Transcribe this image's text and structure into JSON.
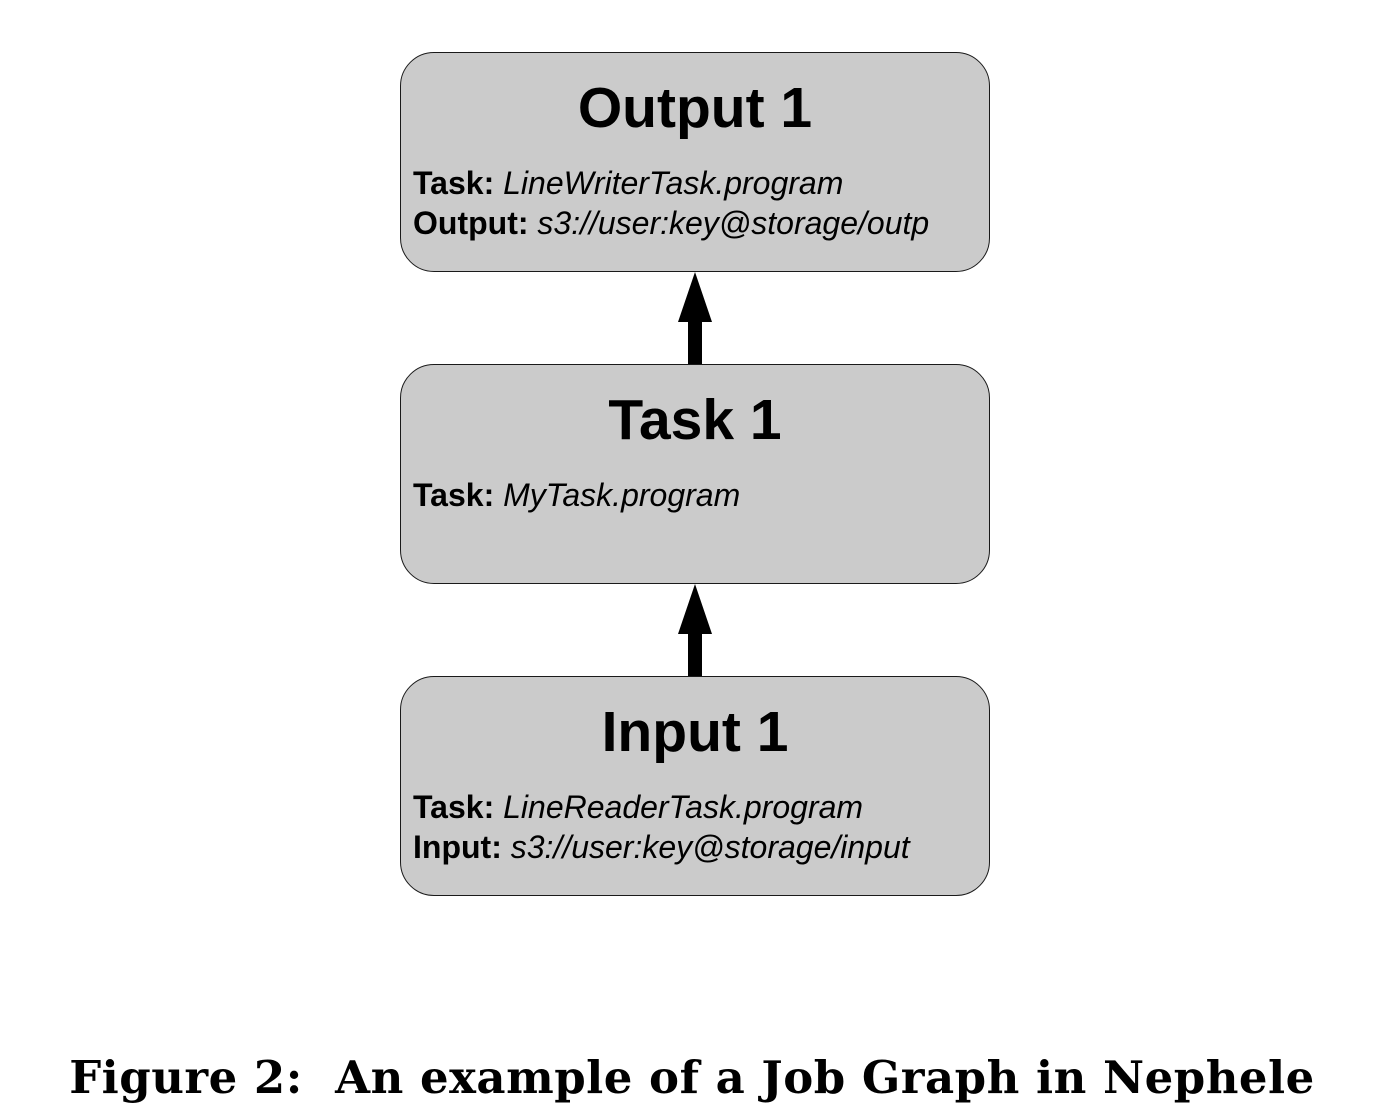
{
  "nodes": {
    "output": {
      "title": "Output 1",
      "props": [
        {
          "key": "Task:",
          "value": "LineWriterTask.program"
        },
        {
          "key": "Output:",
          "value": "s3://user:key@storage/outp"
        }
      ]
    },
    "task": {
      "title": "Task 1",
      "props": [
        {
          "key": "Task:",
          "value": "MyTask.program"
        }
      ]
    },
    "input": {
      "title": "Input 1",
      "props": [
        {
          "key": "Task:",
          "value": "LineReaderTask.program"
        },
        {
          "key": "Input:",
          "value": "s3://user:key@storage/input"
        }
      ]
    }
  },
  "edges": [
    {
      "from": "Input 1",
      "to": "Task 1"
    },
    {
      "from": "Task 1",
      "to": "Output 1"
    }
  ],
  "colors": {
    "node_fill": "#cbcbcb",
    "node_border": "#1a1a1a",
    "arrow": "#000000"
  },
  "caption": "Figure 2:  An example of a Job Graph in Nephele"
}
